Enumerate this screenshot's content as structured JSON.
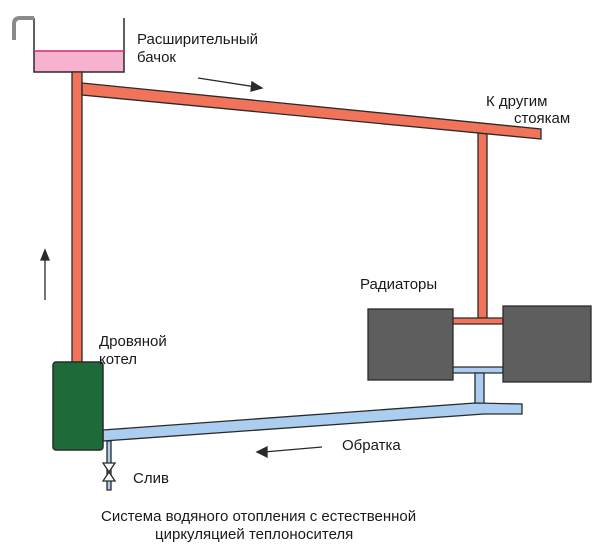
{
  "labels": {
    "tank_line1": "Расширительный",
    "tank_line2": "бачок",
    "risers_line1": "К другим",
    "risers_line2": "стоякам",
    "radiators": "Радиаторы",
    "boiler_line1": "Дровяной",
    "boiler_line2": "котел",
    "return": "Обратка",
    "drain": "Слив"
  },
  "caption": {
    "line1": "Система водяного отопления с естественной",
    "line2": "циркуляцией теплоносителя"
  },
  "colors": {
    "hot_pipe": "#f0735a",
    "cold_pipe": "#aacdf0",
    "outline": "#2a2a2a",
    "boiler": "#1e6b3a",
    "radiator": "#5e5e5e",
    "tank_water": "#f7b2cf",
    "tank_body": "#ffffff"
  }
}
